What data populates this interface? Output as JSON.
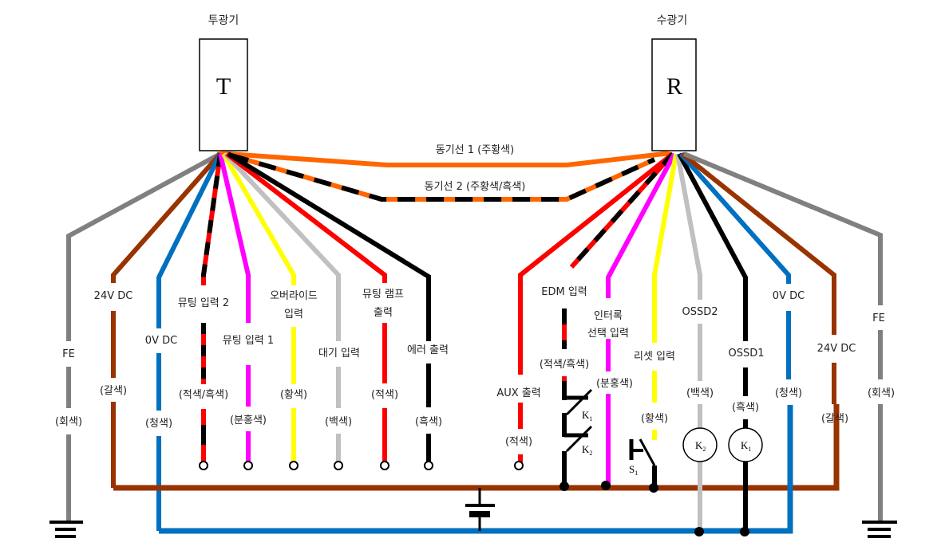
{
  "emitter": {
    "title": "투광기",
    "letter": "T"
  },
  "receiver": {
    "title": "수광기",
    "letter": "R"
  },
  "colors": {
    "gray": "#808080",
    "brown": "#993300",
    "blue": "#0070c0",
    "red": "#ff0000",
    "black": "#000000",
    "pink": "#ff00ff",
    "yellow": "#ffff00",
    "white_wire": "#c0c0c0",
    "orange": "#ff6600"
  },
  "sync": {
    "line1": "동기선 1 (주황색)",
    "line2": "동기선 2 (주황색/흑색)"
  },
  "emitter_wires": [
    {
      "name": "FE",
      "color_label": "(회색)",
      "color": "gray"
    },
    {
      "name": "24V DC",
      "color_label": "(갈색)",
      "color": "brown"
    },
    {
      "name": "0V DC",
      "color_label": "(청색)",
      "color": "blue"
    },
    {
      "name": "뮤팅 입력 2",
      "color_label": "(적색/흑색)",
      "color": "red/black"
    },
    {
      "name": "뮤팅 입력 1",
      "color_label": "(분홍색)",
      "color": "pink"
    },
    {
      "name_line1": "오버라이드",
      "name_line2": "입력",
      "color_label": "(황색)",
      "color": "yellow"
    },
    {
      "name": "대기 입력",
      "color_label": "(백색)",
      "color": "white"
    },
    {
      "name_line1": "뮤팅 램프",
      "name_line2": "출력",
      "color_label": "(적색)",
      "color": "red"
    },
    {
      "name": "에러 출력",
      "color_label": "(흑색)",
      "color": "black"
    }
  ],
  "receiver_wires": [
    {
      "name": "AUX 출력",
      "color_label": "(적색)",
      "color": "red"
    },
    {
      "name": "EDM 입력",
      "color_label": "(적색/흑색)",
      "color": "red/black"
    },
    {
      "name_line1": "인터록",
      "name_line2": "선택 입력",
      "color_label": "(분홍색)",
      "color": "pink"
    },
    {
      "name": "리셋 입력",
      "color_label": "(황색)",
      "color": "yellow"
    },
    {
      "name": "OSSD2",
      "color_label": "(백색)",
      "color": "white"
    },
    {
      "name": "OSSD1",
      "color_label": "(흑색)",
      "color": "black"
    },
    {
      "name": "0V DC",
      "color_label": "(청색)",
      "color": "blue"
    },
    {
      "name": "24V DC",
      "color_label": "(갈색)",
      "color": "brown"
    },
    {
      "name": "FE",
      "color_label": "(회색)",
      "color": "gray"
    }
  ],
  "components": {
    "k1": "K",
    "k1_sub": "1",
    "k2": "K",
    "k2_sub": "2",
    "s1": "S",
    "s1_sub": "1"
  }
}
